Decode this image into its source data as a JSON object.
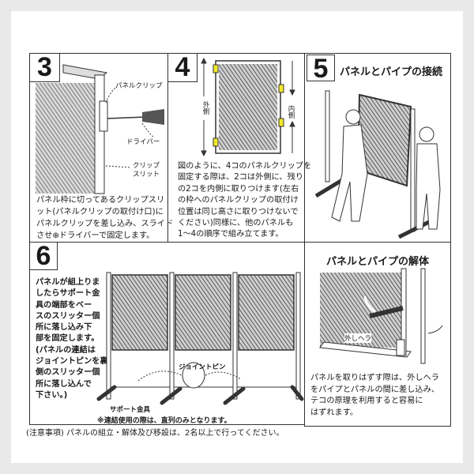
{
  "step3": {
    "number": "3",
    "labels": {
      "panel_clip": "パネルクリップ",
      "driver": "ドライバー",
      "clip_slit": [
        "クリップ",
        "スリット"
      ]
    },
    "body": [
      "パネル枠に切ってあるクリップスリ",
      "ット(パネルクリップの取付け口)に",
      "パネルクリップを差し込み、スライド",
      "させ⊕ドライバーで固定します。"
    ]
  },
  "step4": {
    "number": "4",
    "labels": {
      "outside": "外側",
      "inside": "内側"
    },
    "highlight_color": "#f2ea2a",
    "body": [
      "図のように、4コのパネルクリップを",
      "固定する際は、2コは外側に、残り",
      "の2コを内側に取りつけます(左右",
      "の枠へのパネルクリップの取付け",
      "位置は同じ高さに取りつけないで",
      "ください)同様に、他のパネルも",
      "1〜4の順序で組み立てます。"
    ]
  },
  "step5": {
    "number": "5",
    "title": "パネルとパイプの接続"
  },
  "step6": {
    "number": "6",
    "body": [
      "パネルが組上りま",
      "したらサポート金",
      "具の端部をベー",
      "スのスリッター個",
      "所に落し込み下",
      "部を固定します。",
      "(パネルの連結は",
      "ジョイントピンを裏",
      "側のスリッター個",
      "所に落し込んで",
      "下さい。)"
    ],
    "labels": {
      "joint_pin": "ジョイントピン",
      "support": "サポート金具"
    },
    "note": "※連結使用の際は、直列のみとなります。"
  },
  "disassembly": {
    "title": "パネルとパイプの解体",
    "label_tool": "外しヘラ",
    "body": [
      "パネルを取りはずす際は、外しヘラ",
      "をパイプとパネルの間に差し込み、",
      "テコの原理を利用すると容易に",
      "はずれます。"
    ]
  },
  "caution": "(注意事項) パネルの組立・解体及び移設は、2名以上で行ってください。"
}
